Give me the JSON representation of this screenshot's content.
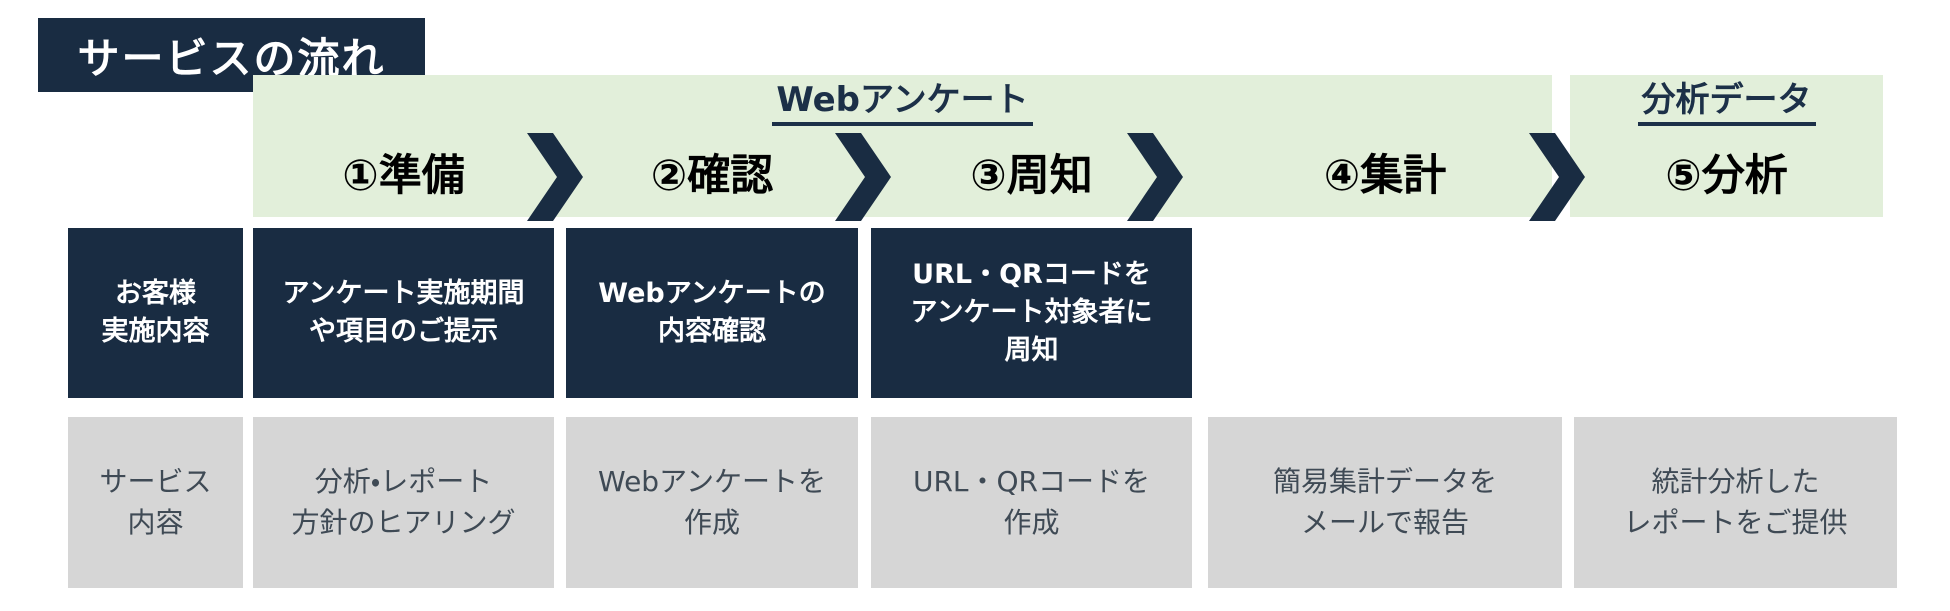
{
  "page_title": "サービスの流れ",
  "groups": {
    "web_survey": "Webアンケート",
    "analysis_data": "分析データ"
  },
  "steps": [
    "①準備",
    "②確認",
    "③周知",
    "④集計",
    "⑤分析"
  ],
  "customer_row": {
    "header": "お客様\n実施内容",
    "items": [
      "アンケート実施期間\nや項目のご提示",
      "Webアンケートの\n内容確認",
      "URL・QRコードを\nアンケート対象者に\n周知"
    ]
  },
  "service_row": {
    "header": "サービス\n内容",
    "items": [
      "分析・レポート\n方針のヒアリング",
      "Webアンケートを\n作成",
      "URL・QRコードを\n作成",
      "簡易集計データを\nメールで報告",
      "統計分析した\nレポートをご提供"
    ]
  },
  "icons": {
    "chevron_right": "❯"
  },
  "colors": {
    "navy": "#192C42",
    "light_green": "#E2EFDA",
    "light_gray": "#D6D6D6",
    "step_text": "#000000",
    "service_text": "#3F4A55",
    "title_text": "#FFFFFF"
  }
}
